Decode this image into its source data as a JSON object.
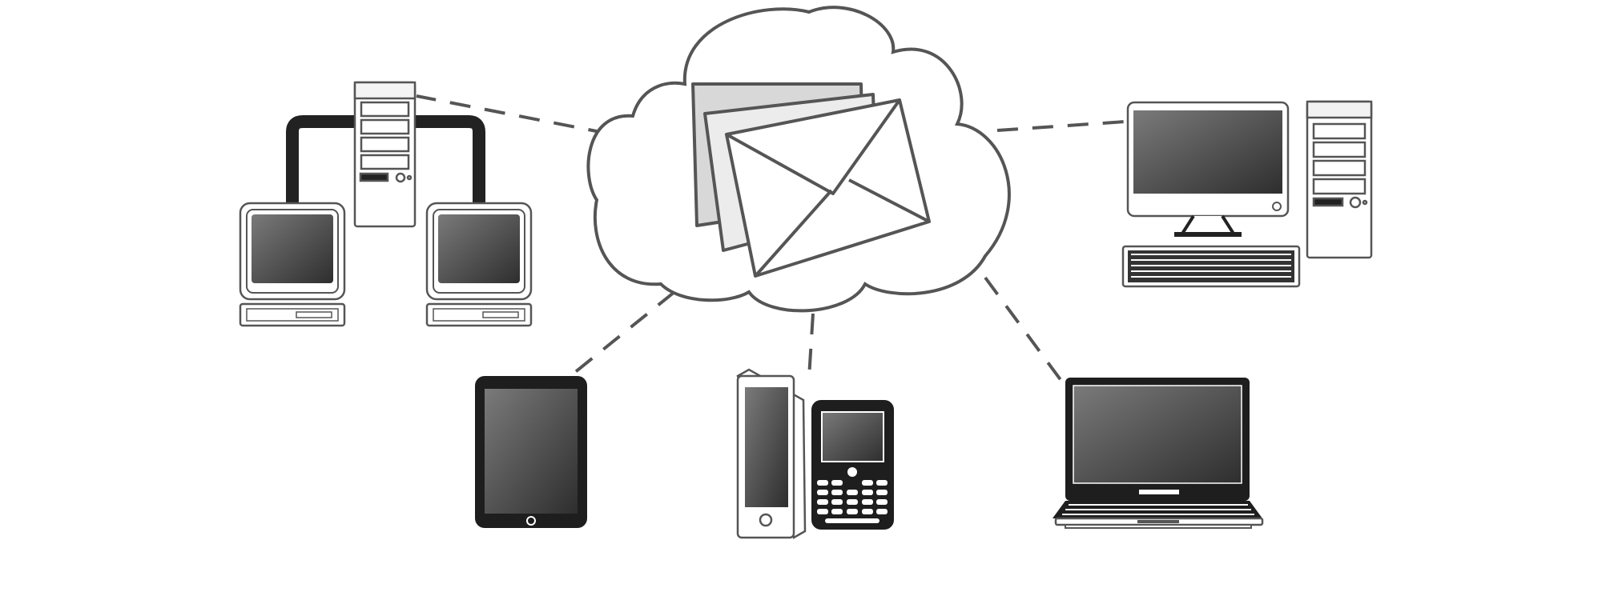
{
  "diagram": {
    "hub": "email-cloud",
    "nodes": [
      {
        "id": "client-server-network",
        "icon": "networked-computers-icon"
      },
      {
        "id": "desktop-computer",
        "icon": "desktop-computer-icon"
      },
      {
        "id": "tablet",
        "icon": "tablet-icon"
      },
      {
        "id": "mobile-devices",
        "icon": "mobile-phones-icon"
      },
      {
        "id": "laptop",
        "icon": "laptop-icon"
      }
    ],
    "connectors": [
      "email-cloud-to-client-server-network",
      "email-cloud-to-desktop-computer",
      "email-cloud-to-tablet",
      "email-cloud-to-mobile-devices",
      "email-cloud-to-laptop"
    ]
  },
  "colors": {
    "outline": "#555555",
    "dark": "#222222",
    "screen_light": "#777777",
    "screen_dark": "#333333",
    "envelope_back": "#d8d8d8",
    "envelope_mid": "#ececec",
    "background": "#ffffff"
  }
}
